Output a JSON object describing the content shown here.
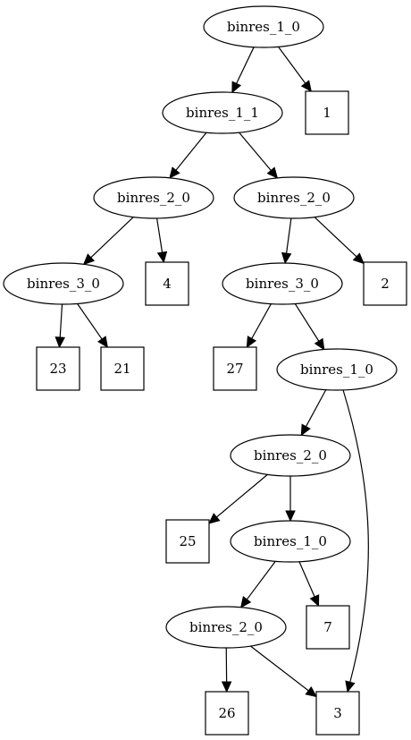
{
  "diagram": {
    "type": "binary-decision-tree",
    "nodes": [
      {
        "id": "n0",
        "shape": "ellipse",
        "label": "binres_1_0"
      },
      {
        "id": "n1",
        "shape": "ellipse",
        "label": "binres_1_1"
      },
      {
        "id": "l1",
        "shape": "box",
        "label": "1"
      },
      {
        "id": "n2",
        "shape": "ellipse",
        "label": "binres_2_0"
      },
      {
        "id": "n3",
        "shape": "ellipse",
        "label": "binres_2_0"
      },
      {
        "id": "n4",
        "shape": "ellipse",
        "label": "binres_3_0"
      },
      {
        "id": "l4",
        "shape": "box",
        "label": "4"
      },
      {
        "id": "n5",
        "shape": "ellipse",
        "label": "binres_3_0"
      },
      {
        "id": "l2",
        "shape": "box",
        "label": "2"
      },
      {
        "id": "l23",
        "shape": "box",
        "label": "23"
      },
      {
        "id": "l21",
        "shape": "box",
        "label": "21"
      },
      {
        "id": "l27",
        "shape": "box",
        "label": "27"
      },
      {
        "id": "n6",
        "shape": "ellipse",
        "label": "binres_1_0"
      },
      {
        "id": "n7",
        "shape": "ellipse",
        "label": "binres_2_0"
      },
      {
        "id": "l25",
        "shape": "box",
        "label": "25"
      },
      {
        "id": "n8",
        "shape": "ellipse",
        "label": "binres_1_0"
      },
      {
        "id": "n9",
        "shape": "ellipse",
        "label": "binres_2_0"
      },
      {
        "id": "l7",
        "shape": "box",
        "label": "7"
      },
      {
        "id": "l26",
        "shape": "box",
        "label": "26"
      },
      {
        "id": "l3",
        "shape": "box",
        "label": "3"
      }
    ],
    "edges": [
      {
        "from": "n0",
        "to": "n1"
      },
      {
        "from": "n0",
        "to": "l1"
      },
      {
        "from": "n1",
        "to": "n2"
      },
      {
        "from": "n1",
        "to": "n3"
      },
      {
        "from": "n2",
        "to": "n4"
      },
      {
        "from": "n2",
        "to": "l4"
      },
      {
        "from": "n3",
        "to": "n5"
      },
      {
        "from": "n3",
        "to": "l2"
      },
      {
        "from": "n4",
        "to": "l23"
      },
      {
        "from": "n4",
        "to": "l21"
      },
      {
        "from": "n5",
        "to": "l27"
      },
      {
        "from": "n5",
        "to": "n6"
      },
      {
        "from": "n6",
        "to": "n7"
      },
      {
        "from": "n6",
        "to": "l3"
      },
      {
        "from": "n7",
        "to": "l25"
      },
      {
        "from": "n7",
        "to": "n8"
      },
      {
        "from": "n8",
        "to": "n9"
      },
      {
        "from": "n8",
        "to": "l7"
      },
      {
        "from": "n9",
        "to": "l26"
      },
      {
        "from": "n9",
        "to": "l3"
      }
    ]
  }
}
